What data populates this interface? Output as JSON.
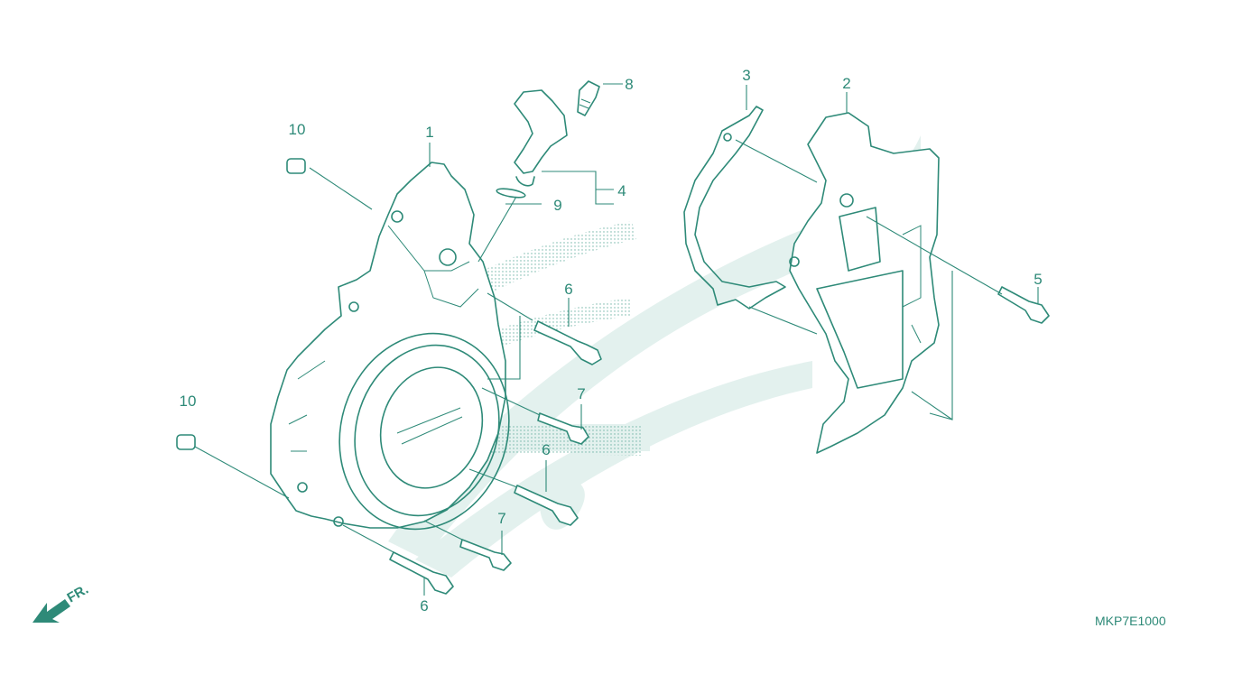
{
  "diagram": {
    "code": "MKP7E1000",
    "direction_label": "FR.",
    "colors": {
      "line": "#2e8a78",
      "watermark": "#e3f1ee",
      "background": "#ffffff"
    },
    "callouts": [
      {
        "id": "c1",
        "number": "1"
      },
      {
        "id": "c2",
        "number": "2"
      },
      {
        "id": "c3",
        "number": "3"
      },
      {
        "id": "c4",
        "number": "4"
      },
      {
        "id": "c5",
        "number": "5"
      },
      {
        "id": "c6a",
        "number": "6"
      },
      {
        "id": "c6b",
        "number": "6"
      },
      {
        "id": "c6c",
        "number": "6"
      },
      {
        "id": "c7a",
        "number": "7"
      },
      {
        "id": "c7b",
        "number": "7"
      },
      {
        "id": "c8",
        "number": "8"
      },
      {
        "id": "c9",
        "number": "9"
      },
      {
        "id": "c10a",
        "number": "10"
      },
      {
        "id": "c10b",
        "number": "10"
      }
    ],
    "icons": [
      "front-direction-arrow-icon",
      "wing-watermark-icon"
    ]
  }
}
